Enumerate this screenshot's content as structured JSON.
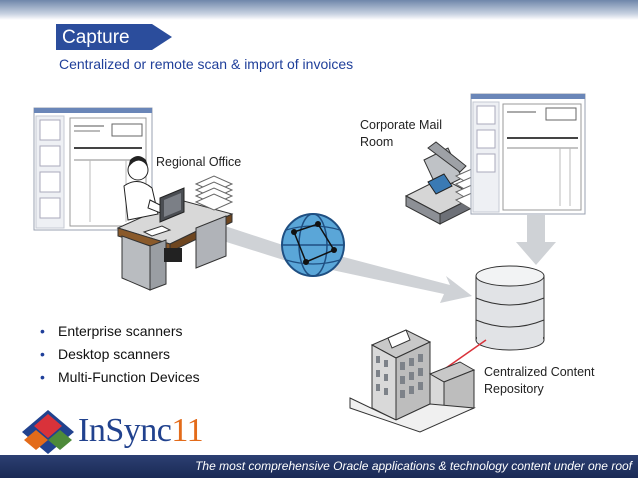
{
  "section_tag": "Capture",
  "subtitle": "Centralized or remote scan & import of invoices",
  "labels": {
    "regional_office": "Regional Office",
    "mail_room_line1": "Corporate Mail",
    "mail_room_line2": "Room",
    "repository_line1": "Centralized Content",
    "repository_line2": "Repository"
  },
  "bullets": [
    "Enterprise scanners",
    "Desktop scanners",
    "Multi-Function Devices"
  ],
  "logo": {
    "name": "InSync",
    "number": "11"
  },
  "footer": "The most comprehensive Oracle applications & technology content under one roof",
  "colors": {
    "brand_blue": "#21428e",
    "brand_orange": "#e36b1a",
    "tag_blue": "#2b4d9c",
    "footer_navy": "#1a2a55"
  }
}
